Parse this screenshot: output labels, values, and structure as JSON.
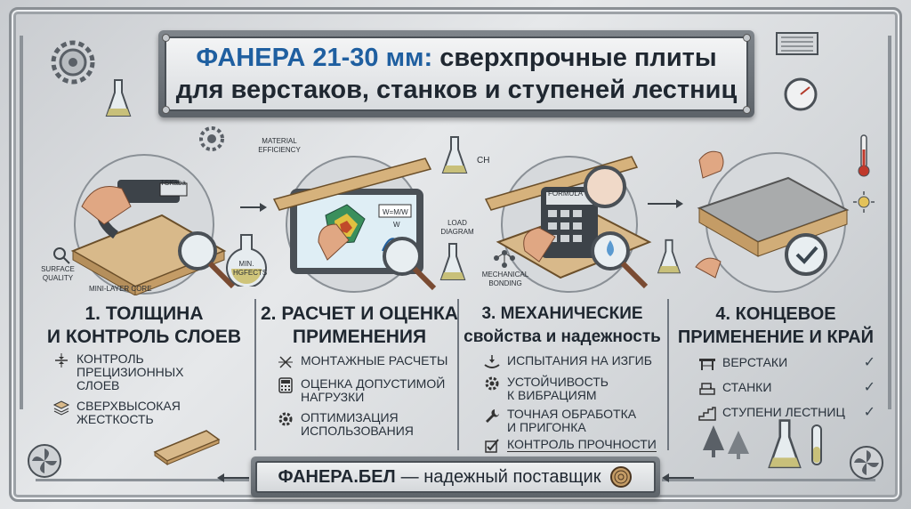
{
  "title": {
    "line1_accent": "ФАНЕРА 21-30 мм:",
    "line1_rest": " сверхпрочные плиты",
    "line2": "для верстаков, станков и ступеней лестниц"
  },
  "illustration_labels": {
    "surface_quality": "SURFACE\nQUALITY",
    "mini_layer_core": "MINI-LAYER CORE",
    "min_hgfects": "MIN.\nHGFECTS",
    "tskaba": "TSKaba",
    "material_efficiency": "MATERIAL\nEFFICIENCY",
    "formula_w": "W=M/W",
    "w_label": "W",
    "load_diagram": "LOAD\nDIAGRAM",
    "ch": "CH",
    "formula": "FORMULA",
    "mechanical_bonding": "MECHANICAL\nBONDING"
  },
  "columns": [
    {
      "heading": "1. ТОЛЩИНА\nИ КОНТРОЛЬ СЛОЕВ",
      "items": [
        {
          "icon": "layer-thickness-icon",
          "text": "КОНТРОЛЬ\nПРЕЦИЗИОННЫХ\nСЛОЕВ"
        },
        {
          "icon": "stacked-layers-icon",
          "text": "СВЕРХВЫСОКАЯ\nЖЕСТКОСТЬ"
        }
      ]
    },
    {
      "heading": "2. РАСЧЕТ И ОЦЕНКА\nПРИМЕНЕНИЯ",
      "items": [
        {
          "icon": "mounting-calc-icon",
          "text": "МОНТАЖНЫЕ РАСЧЕТЫ"
        },
        {
          "icon": "calculator-icon",
          "text": "ОЦЕНКА ДОПУСТИМОЙ\nНАГРУЗКИ"
        },
        {
          "icon": "gear-icon",
          "text": "ОПТИМИЗАЦИЯ\nИСПОЛЬЗОВАНИЯ"
        }
      ]
    },
    {
      "heading": "3. МЕХАНИЧЕСКИЕ\nсвойства и надежность",
      "items": [
        {
          "icon": "bending-test-icon",
          "text": "ИСПЫТАНИЯ НА ИЗГИБ"
        },
        {
          "icon": "gear-icon",
          "text": "УСТОЙЧИВОСТЬ\nК ВИБРАЦИЯМ"
        },
        {
          "icon": "wrench-icon",
          "text": "ТОЧНАЯ ОБРАБОТКА\nИ ПРИГОНКА"
        },
        {
          "icon": "checkbox-icon",
          "text": "КОНТРОЛЬ ПРОЧНОСТИ"
        }
      ]
    },
    {
      "heading": "4. КОНЦЕВОЕ\nПРИМЕНЕНИЕ И КРАЙ",
      "items": [
        {
          "icon": "workbench-icon",
          "text": "ВЕРСТАКИ",
          "check": "✓"
        },
        {
          "icon": "machine-icon",
          "text": "СТАНКИ",
          "check": "✓"
        },
        {
          "icon": "stairs-icon",
          "text": "СТУПЕНИ ЛЕСТНИЦ",
          "check": "✓"
        }
      ]
    }
  ],
  "footer": {
    "brand": "ФАНЕРА.БЕЛ",
    "tagline": "— надежный поставщик"
  },
  "colors": {
    "accent": "#1f5fa0",
    "text": "#1f2730",
    "metal": "#6e747a",
    "wood": "#c9a87c"
  }
}
